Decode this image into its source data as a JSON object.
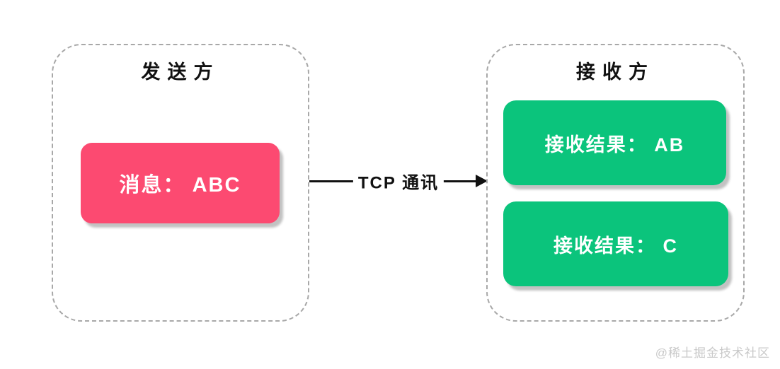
{
  "sender": {
    "title": "发送方",
    "message_label": "消息： ABC"
  },
  "arrow": {
    "label": "TCP 通讯"
  },
  "receiver": {
    "title": "接收方",
    "results": [
      {
        "label": "接收结果： AB"
      },
      {
        "label": "接收结果： C"
      }
    ]
  },
  "watermark": "@稀土掘金技术社区",
  "colors": {
    "message_box": "#FC4A71",
    "result_box": "#0BC47C",
    "panel_border": "#A8A8A8",
    "arrow": "#111111",
    "box_shadow": "#C2C2C2",
    "watermark": "#C9C9C9"
  }
}
